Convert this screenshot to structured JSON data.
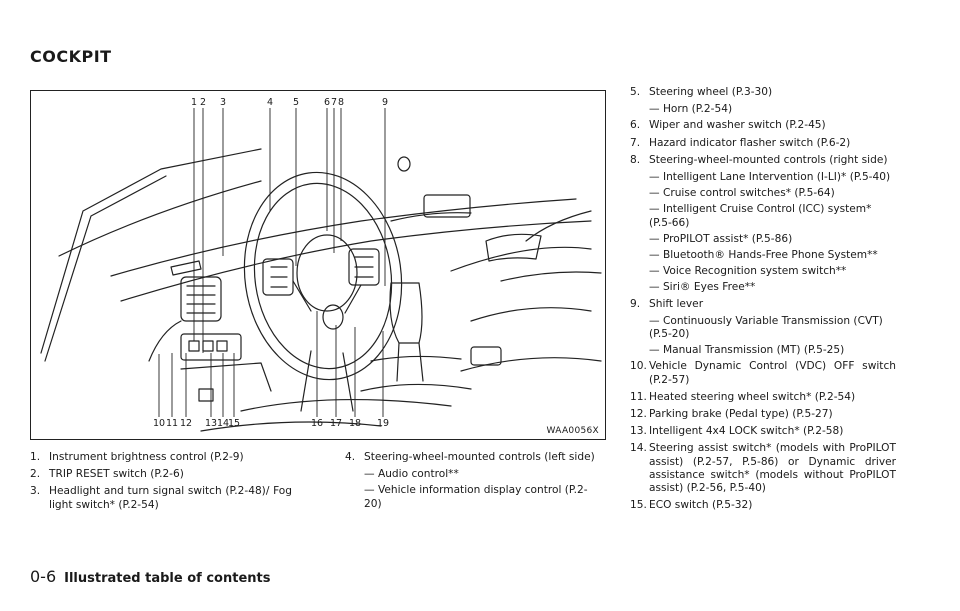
{
  "section_title": "COCKPIT",
  "figure": {
    "caption": "WAA0056X",
    "top_labels": [
      "1",
      "2",
      "3",
      "4",
      "5",
      "6",
      "7",
      "8",
      "9"
    ],
    "bottom_labels": [
      "10",
      "11",
      "12",
      "13",
      "14",
      "15",
      "16",
      "17",
      "18",
      "19"
    ]
  },
  "col1": {
    "items": [
      {
        "num": "1.",
        "text": "Instrument brightness control (P.2-9)"
      },
      {
        "num": "2.",
        "text": "TRIP RESET switch (P.2-6)"
      },
      {
        "num": "3.",
        "text": "Headlight and turn signal switch (P.2-48)/ Fog light switch* (P.2-54)"
      }
    ]
  },
  "col2": {
    "item4": {
      "num": "4.",
      "text": "Steering-wheel-mounted controls (left side)"
    },
    "subs": [
      "— Audio control**",
      "— Vehicle information display control (P.2-20)"
    ]
  },
  "col3": {
    "item5": {
      "num": "5.",
      "text": "Steering wheel (P.3-30)"
    },
    "item5_subs": [
      "— Horn (P.2-54)"
    ],
    "item6": {
      "num": "6.",
      "text": "Wiper and washer switch (P.2-45)"
    },
    "item7": {
      "num": "7.",
      "text": "Hazard indicator flasher switch (P.6-2)"
    },
    "item8": {
      "num": "8.",
      "text": "Steering-wheel-mounted controls (right side)"
    },
    "item8_subs": [
      "— Intelligent Lane Intervention (I-LI)* (P.5-40)",
      "— Cruise control switches* (P.5-64)",
      "— Intelligent Cruise Control (ICC) system* (P.5-66)",
      "— ProPILOT assist* (P.5-86)",
      "— Bluetooth® Hands-Free Phone System**",
      "— Voice Recognition system switch**",
      "— Siri® Eyes Free**"
    ],
    "item9": {
      "num": "9.",
      "text": "Shift lever"
    },
    "item9_subs": [
      "— Continuously Variable Transmission (CVT) (P.5-20)",
      "— Manual Transmission (MT) (P.5-25)"
    ],
    "item10": {
      "num": "10.",
      "text": "Vehicle Dynamic Control (VDC) OFF switch (P.2-57)"
    },
    "item11": {
      "num": "11.",
      "text": "Heated steering wheel switch* (P.2-54)"
    },
    "item12": {
      "num": "12.",
      "text": "Parking brake (Pedal type) (P.5-27)"
    },
    "item13": {
      "num": "13.",
      "text": "Intelligent 4x4 LOCK switch* (P.2-58)"
    },
    "item14": {
      "num": "14.",
      "text": "Steering assist switch* (models with ProPILOT assist) (P.2-57, P.5-86) or Dynamic driver assistance switch* (models without ProPILOT assist) (P.2-56, P.5-40)"
    },
    "item15": {
      "num": "15.",
      "text": "ECO switch (P.5-32)"
    }
  },
  "footer": {
    "page_number": "0-6",
    "title": "Illustrated table of contents"
  }
}
